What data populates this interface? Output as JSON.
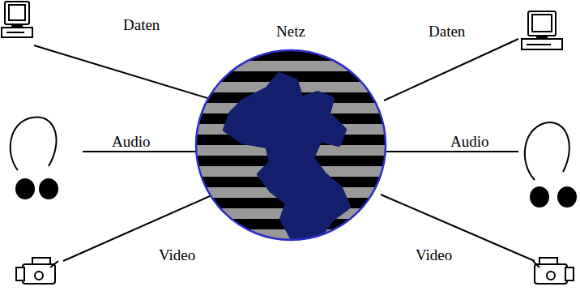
{
  "diagram": {
    "nodes": [
      {
        "text": [
          "Netz"
        ]
      }
    ],
    "labels": [
      "Daten",
      "Audio",
      "Video",
      "Daten",
      "Audio",
      "Video"
    ]
  }
}
